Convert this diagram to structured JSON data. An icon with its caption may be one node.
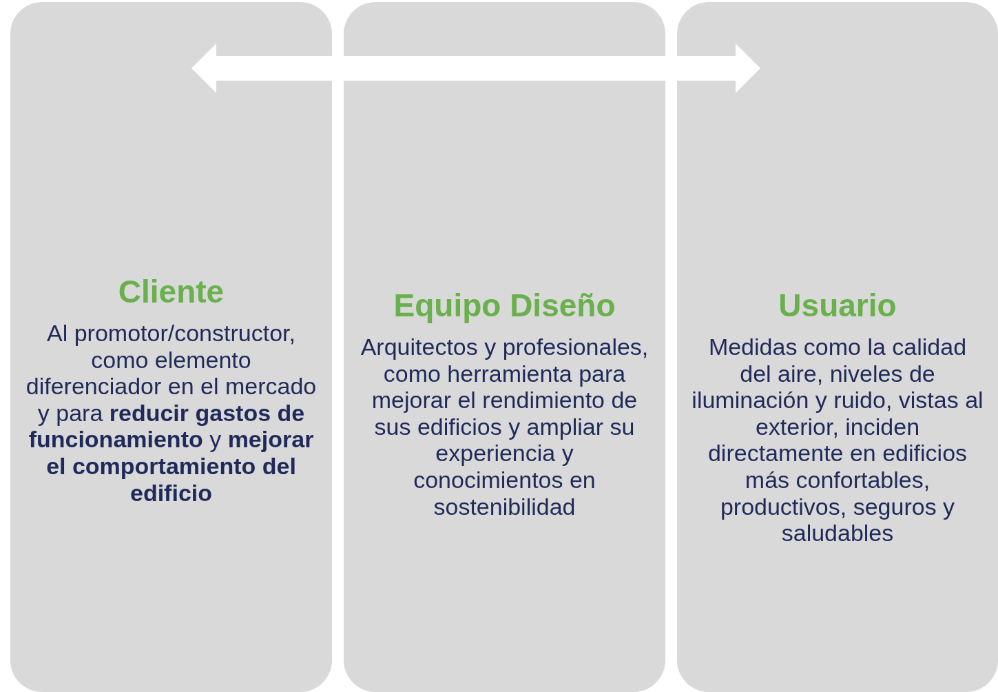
{
  "diagram": {
    "nodes": [
      {
        "text": [
          "Cliente",
          "Al promotor/constructor, como elemento diferenciador en el mercado y para **reducir gastos de funcionamiento** y **mejorar el comportamiento del edificio**"
        ]
      },
      {
        "text": [
          "Equipo Diseño",
          "Arquitectos y profesionales, como herramienta para mejorar el rendimiento de sus edificios y ampliar su experiencia y conocimientos en sostenibilidad"
        ]
      },
      {
        "text": [
          "Usuario",
          "Medidas como la calidad del aire, niveles de iluminación y ruido, vistas al exterior, inciden directamente en edificios más confortables, productivos, seguros y saludables"
        ]
      }
    ]
  }
}
